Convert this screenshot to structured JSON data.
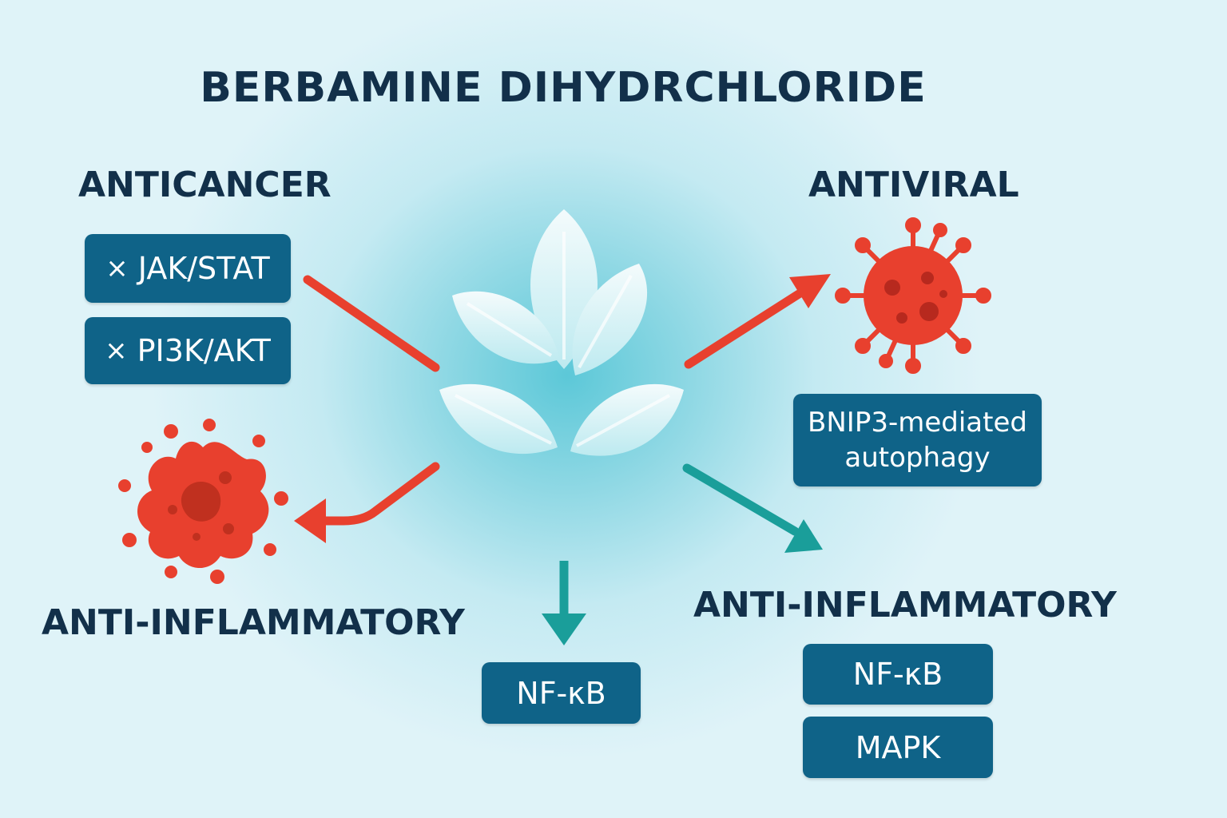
{
  "title": "BERBAMINE DIHYDRCHLORIDE",
  "anticancer": {
    "heading": "ANTICANCER",
    "items": [
      {
        "mark": "×",
        "label": "JAK/STAT"
      },
      {
        "mark": "×",
        "label": "PI3K/AKT"
      }
    ]
  },
  "antiviral": {
    "heading": "ANTIVIRAL",
    "box_line1": "BNIP3-mediated",
    "box_line2": "autophagy"
  },
  "anti_inflammatory_left": {
    "heading": "ANTI-INFLAMMATORY"
  },
  "center": {
    "box": "NF-κB"
  },
  "anti_inflammatory_right": {
    "heading": "ANTI-INFLAMMATORY",
    "items": [
      "NF-κB",
      "MAPK"
    ]
  },
  "colors": {
    "red": "#e8402e",
    "teal": "#1a9e9a",
    "box": "#0f6388",
    "text": "#12304a"
  },
  "icons": [
    "plant-icon",
    "virus-icon",
    "cancer-cell-icon"
  ]
}
